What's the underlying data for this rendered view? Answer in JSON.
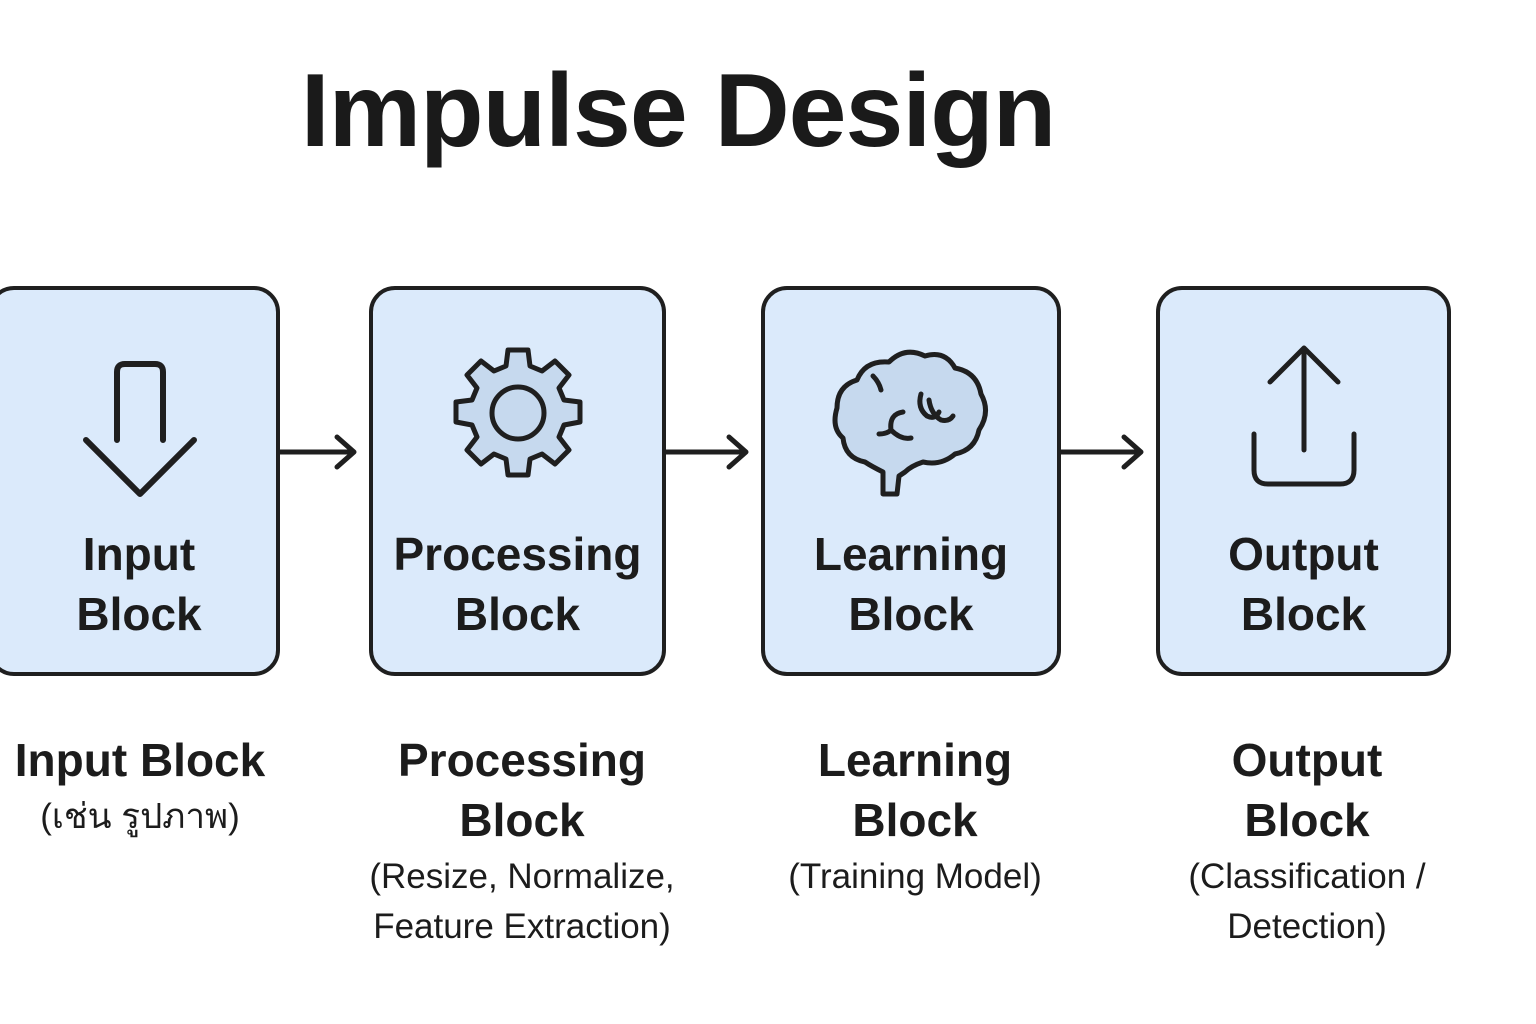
{
  "title": "Impulse Design",
  "colors": {
    "box_fill": "#dbeafb",
    "box_border": "#1f1f1f",
    "icon_fill": "#c6d9ee",
    "text": "#1c1c1c"
  },
  "blocks": [
    {
      "id": "input",
      "icon": "download-arrow-icon",
      "label_line1": "Input",
      "label_line2": "Block",
      "caption_title_line1": "Input Block",
      "caption_title_line2": "",
      "caption_sub_line1": "(เช่น รูปภาพ)",
      "caption_sub_line2": ""
    },
    {
      "id": "processing",
      "icon": "gear-icon",
      "label_line1": "Processing",
      "label_line2": "Block",
      "caption_title_line1": "Processing",
      "caption_title_line2": "Block",
      "caption_sub_line1": "(Resize, Normalize,",
      "caption_sub_line2": "Feature Extraction)"
    },
    {
      "id": "learning",
      "icon": "brain-icon",
      "label_line1": "Learning",
      "label_line2": "Block",
      "caption_title_line1": "Learning",
      "caption_title_line2": "Block",
      "caption_sub_line1": "(Training Model)",
      "caption_sub_line2": ""
    },
    {
      "id": "output",
      "icon": "upload-arrow-icon",
      "label_line1": "Output",
      "label_line2": "Block",
      "caption_title_line1": "Output",
      "caption_title_line2": "Block",
      "caption_sub_line1": "(Classification /",
      "caption_sub_line2": "Detection)"
    }
  ],
  "connectors": [
    {
      "from": "input",
      "to": "processing"
    },
    {
      "from": "processing",
      "to": "learning"
    },
    {
      "from": "learning",
      "to": "output"
    }
  ]
}
